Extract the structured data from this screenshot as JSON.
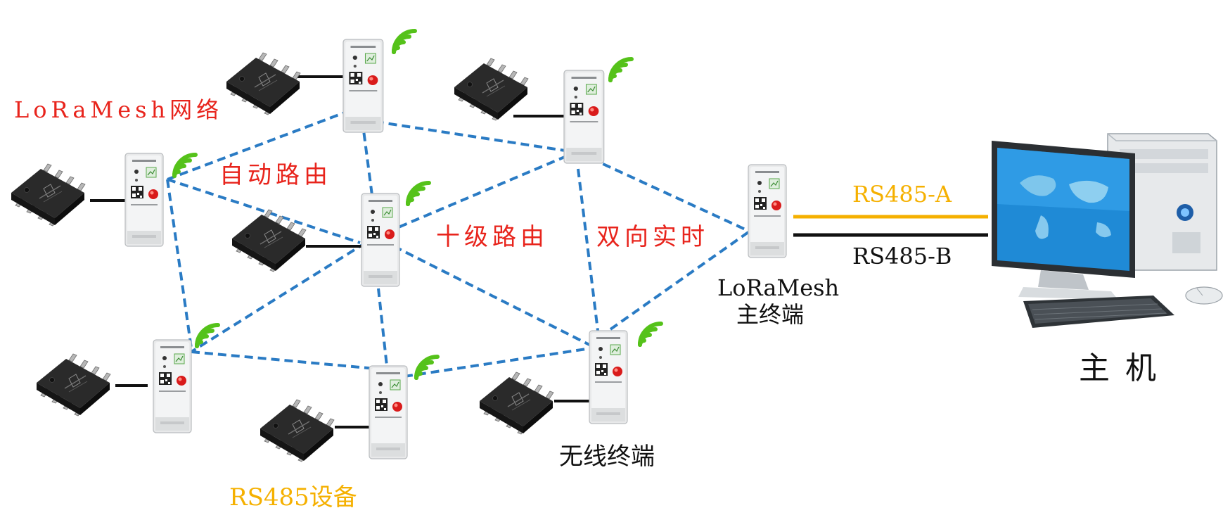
{
  "labels": {
    "network_title": "LoRaMesh网络",
    "auto_routing": "自动路由",
    "ten_level_routing": "十级路由",
    "bidirectional_realtime": "双向实时",
    "master_terminal_line1": "LoRaMesh",
    "master_terminal_line2": "主终端",
    "wireless_terminal": "无线终端",
    "rs485_device": "RS485设备",
    "rs485_a": "RS485-A",
    "rs485_b": "RS485-B",
    "host": "主 机"
  },
  "colors": {
    "label_red": "#e8241c",
    "label_orange": "#f5b000",
    "mesh_link": "#2a7bc4",
    "wifi_green": "#55c21a",
    "rs485_a_line": "#f5b000",
    "rs485_b_line": "#111111"
  },
  "nodes": [
    {
      "id": "terminal-top-center",
      "type": "wireless-terminal"
    },
    {
      "id": "terminal-top-right",
      "type": "wireless-terminal"
    },
    {
      "id": "terminal-left",
      "type": "wireless-terminal"
    },
    {
      "id": "terminal-center",
      "type": "wireless-terminal"
    },
    {
      "id": "terminal-bottom-left",
      "type": "wireless-terminal"
    },
    {
      "id": "terminal-bottom-center",
      "type": "wireless-terminal"
    },
    {
      "id": "terminal-bottom-right",
      "type": "wireless-terminal"
    },
    {
      "id": "master-terminal",
      "type": "master-terminal"
    },
    {
      "id": "host-computer",
      "type": "host"
    }
  ],
  "icons": [
    "wifi-signal-icon",
    "rs485-chip-icon",
    "terminal-device-icon",
    "desktop-computer-icon"
  ]
}
